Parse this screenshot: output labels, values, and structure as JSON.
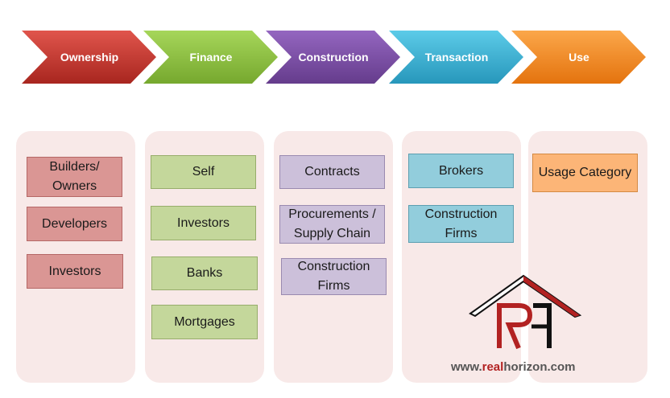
{
  "stages": [
    {
      "label": "Ownership",
      "color": "#c0392b"
    },
    {
      "label": "Finance",
      "color": "#8dc63f"
    },
    {
      "label": "Construction",
      "color": "#7a4ea3"
    },
    {
      "label": "Transaction",
      "color": "#3bb3d6"
    },
    {
      "label": "Use",
      "color": "#f58a1f"
    }
  ],
  "columns": {
    "ownership": [
      "Builders/ Owners",
      "Developers",
      "Investors"
    ],
    "finance": [
      "Self",
      "Investors",
      "Banks",
      "Mortgages"
    ],
    "construction": [
      "Contracts",
      "Procurements / Supply Chain",
      "Construction Firms"
    ],
    "transaction": [
      "Brokers",
      "Construction Firms"
    ],
    "use": [
      "Usage Category"
    ]
  },
  "website": {
    "prefix": "www.",
    "brand_a": "real",
    "brand_b": "horizon",
    "suffix": ".com"
  }
}
